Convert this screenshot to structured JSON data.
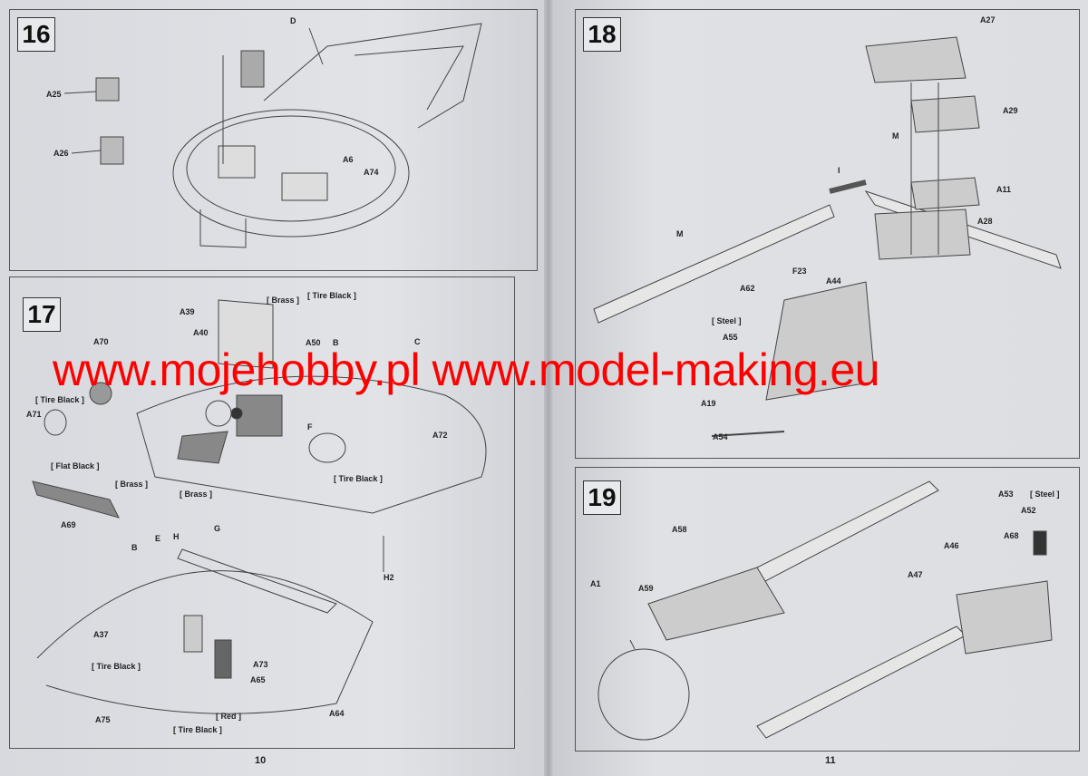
{
  "pages": [
    {
      "number": "10"
    },
    {
      "number": "11"
    }
  ],
  "steps": {
    "s16": {
      "number": "16",
      "labels": [
        "A25",
        "A26",
        "A6",
        "A74",
        "D"
      ]
    },
    "s17": {
      "number": "17",
      "labels": [
        "A39",
        "A40",
        "[ Brass ]",
        "[ Tire Black ]",
        "A50",
        "B",
        "C",
        "A70",
        "[ Tire Black ]",
        "A71",
        "F",
        "A72",
        "[ Tire Black ]",
        "[ Flat Black ]",
        "[ Brass ]",
        "[ Brass ]",
        "A69",
        "H2",
        "B",
        "E",
        "H",
        "G",
        "A37",
        "[ Tire Black ]",
        "A73",
        "A65",
        "A64",
        "[ Red ]",
        "[ Tire Black ]",
        "A75"
      ]
    },
    "s18": {
      "number": "18",
      "labels": [
        "A27",
        "A29",
        "M",
        "I",
        "A11",
        "A28",
        "M",
        "F23",
        "A62",
        "A44",
        "A55",
        "[ Steel ]",
        "A19",
        "A54"
      ]
    },
    "s19": {
      "number": "19",
      "labels": [
        "A53",
        "[ Steel ]",
        "A52",
        "A58",
        "A46",
        "A68",
        "A47",
        "A1",
        "A59"
      ]
    }
  },
  "watermark": "www.mojehobby.pl www.model-making.eu",
  "colors": {
    "watermark": "#ff0000",
    "paper": "#dcdee3",
    "ink": "#222222"
  }
}
